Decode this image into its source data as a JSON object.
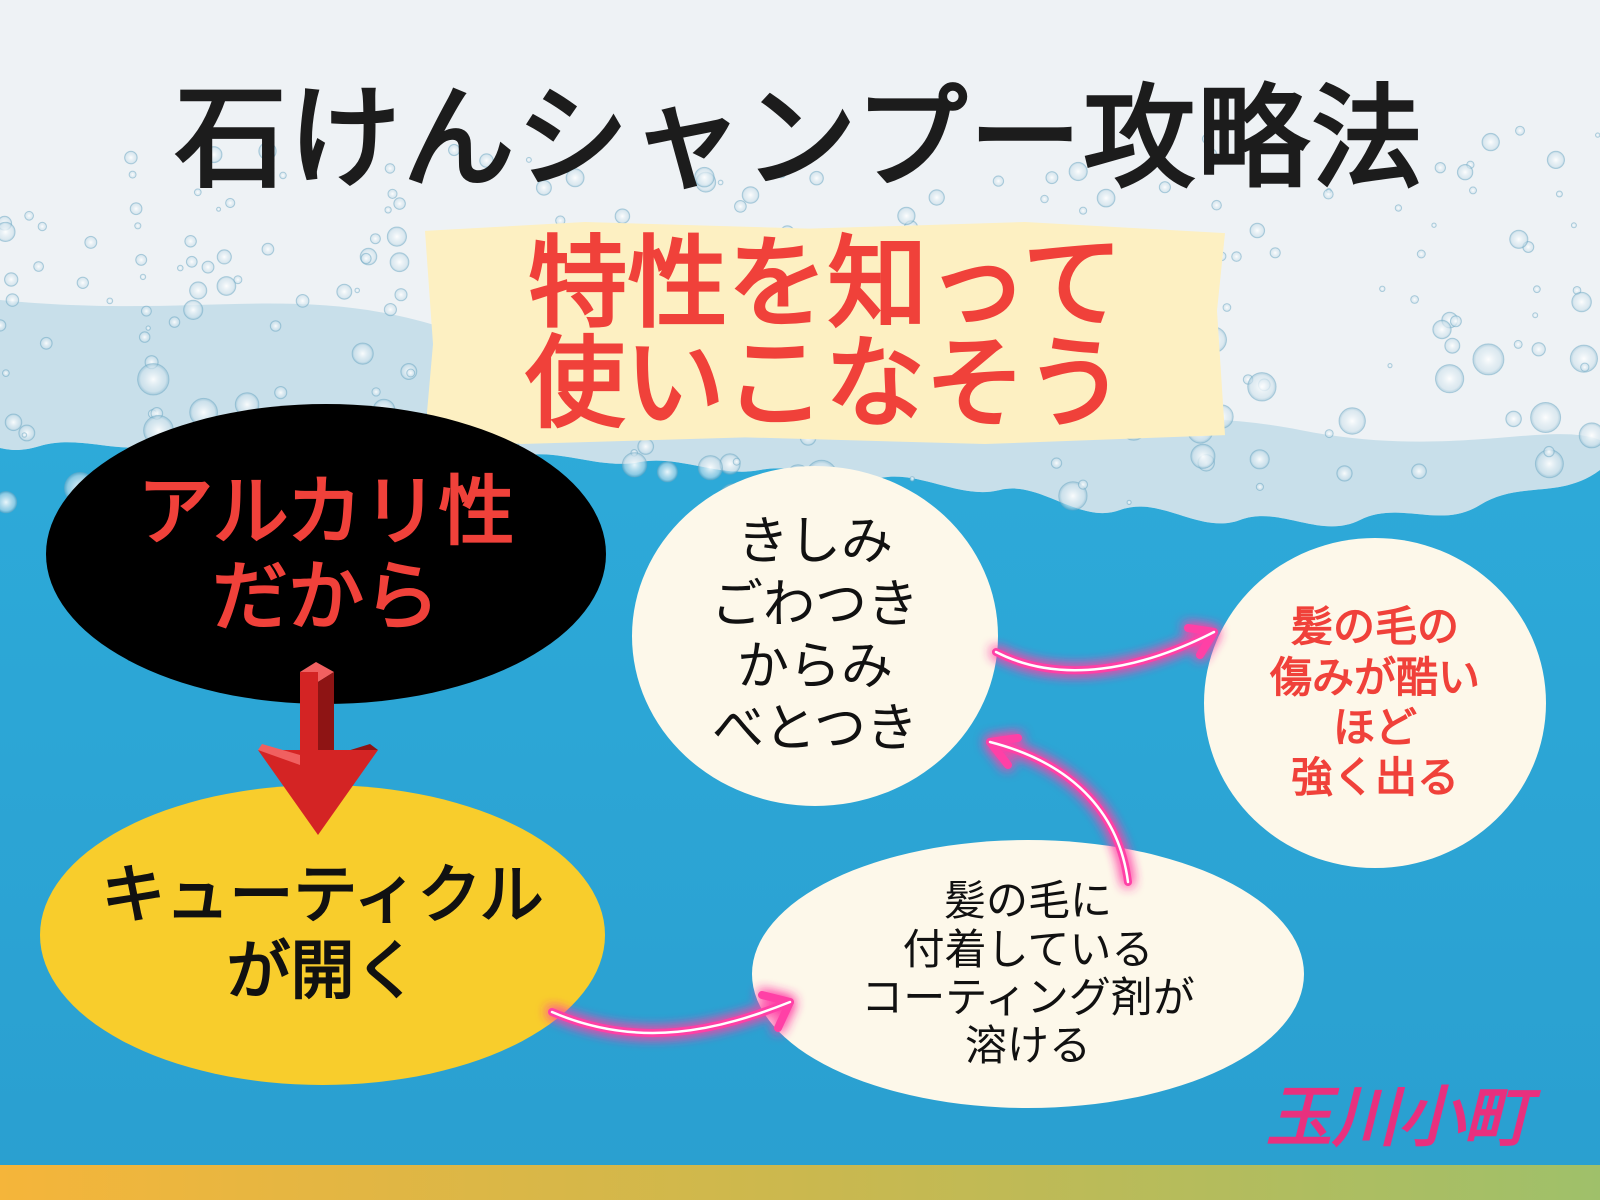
{
  "title": "石けんシャンプー攻略法",
  "banner": {
    "line1": "特性を知って",
    "line2": "使いこなそう"
  },
  "black_oval": {
    "line1": "アルカリ性",
    "line2": "だから"
  },
  "yellow_oval": {
    "line1": "キューティクル",
    "line2": "が開く"
  },
  "center_circle": {
    "lines": [
      "きしみ",
      "ごわつき",
      "からみ",
      "べとつき"
    ]
  },
  "right_circle": {
    "lines": [
      "髪の毛の",
      "傷みが酷い",
      "ほど",
      "強く出る"
    ]
  },
  "bottom_ellipse": {
    "lines": [
      "髪の毛に",
      "付着している",
      "コーティング剤が",
      "溶ける"
    ]
  },
  "logo": "玉川小町",
  "colors": {
    "water": "#2aa7d6",
    "foam": "#f2f4f6",
    "accent_red": "#f0413a",
    "yellow": "#f8cd2c",
    "banner": "#fdf0c2",
    "arrow_pink": "#ff3fa6",
    "down_arrow": "#d42424"
  }
}
